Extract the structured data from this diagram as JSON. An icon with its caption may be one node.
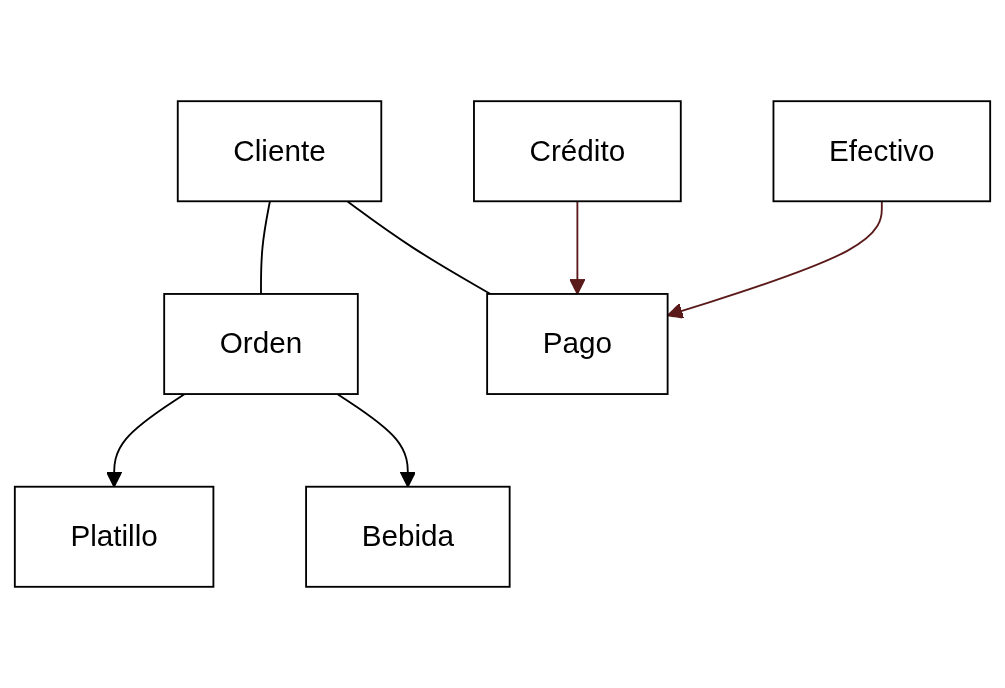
{
  "diagram": {
    "nodes": [
      {
        "text": [
          "Cliente"
        ]
      },
      {
        "text": [
          "Orden"
        ]
      },
      {
        "text": [
          "Platillo"
        ]
      },
      {
        "text": [
          "Bebida"
        ]
      },
      {
        "text": [
          "Pago"
        ]
      },
      {
        "text": [
          "Crédito"
        ]
      },
      {
        "text": [
          "Efectivo"
        ]
      }
    ],
    "edges": [
      {
        "from": 0,
        "to": 1,
        "arrow": "none"
      },
      {
        "from": 1,
        "to": 2,
        "arrow": "to"
      },
      {
        "from": 1,
        "to": 3,
        "arrow": "to"
      },
      {
        "from": 0,
        "to": 4,
        "arrow": "none"
      },
      {
        "from": 5,
        "to": 4,
        "arrow": "to",
        "color": "#5a1a1a"
      },
      {
        "from": 6,
        "to": 4,
        "arrow": "to",
        "color": "#5a1a1a"
      }
    ]
  }
}
